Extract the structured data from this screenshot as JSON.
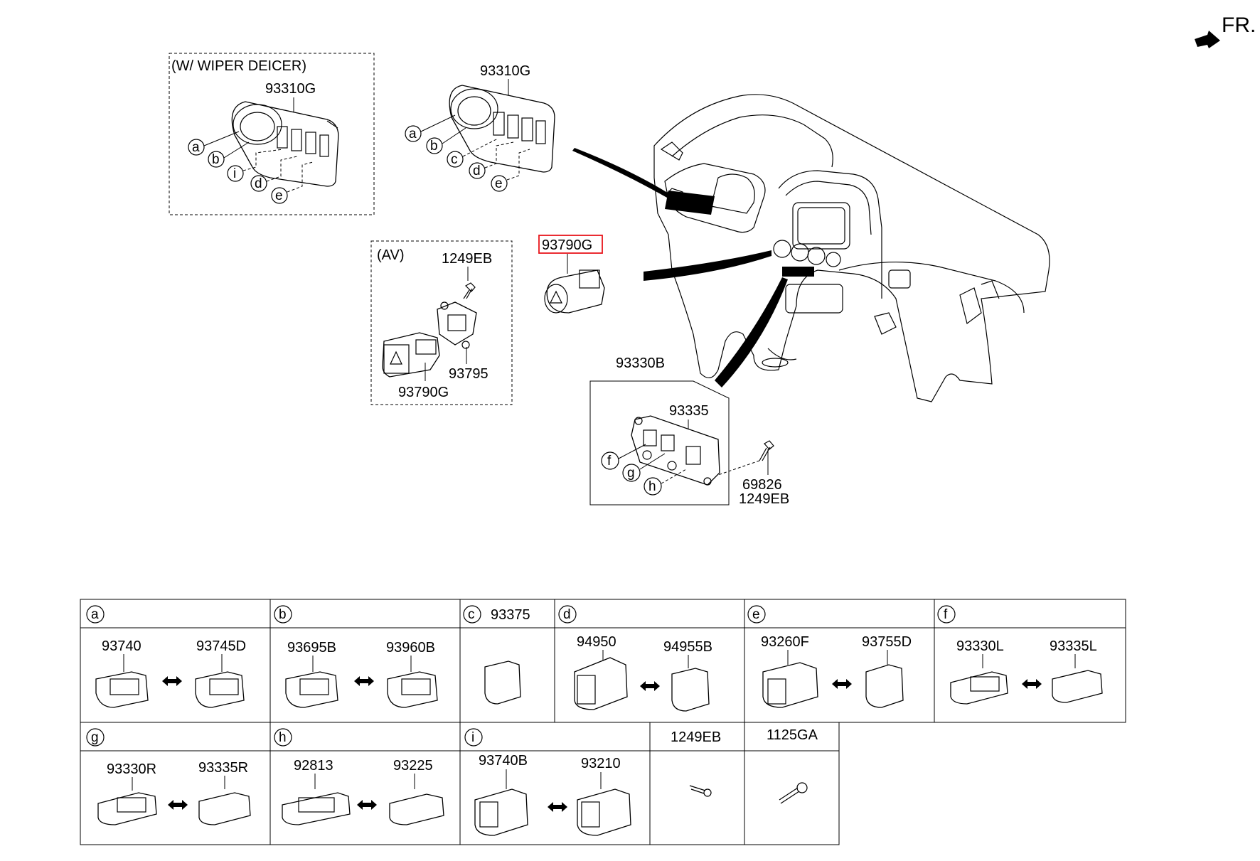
{
  "header": {
    "direction_label": "FR."
  },
  "groups": {
    "wiper_deicer_label": "(W/ WIPER DEICER)",
    "av_label": "(AV)"
  },
  "parts": {
    "p_93310g_deicer": "93310G",
    "p_93310g": "93310G",
    "p_93790g_highlight": "93790G",
    "p_1249eb_av": "1249EB",
    "p_93795": "93795",
    "p_93790g_av": "93790G",
    "p_93330b": "93330B",
    "p_93335": "93335",
    "p_69826": "69826",
    "p_1249eb": "1249EB"
  },
  "callouts": {
    "a": "a",
    "b": "b",
    "c": "c",
    "d": "d",
    "e": "e",
    "f": "f",
    "g": "g",
    "h": "h",
    "i": "i"
  },
  "legend": {
    "row1": [
      {
        "key": "a",
        "left": "93740",
        "right": "93745D"
      },
      {
        "key": "b",
        "left": "93695B",
        "right": "93960B"
      },
      {
        "key": "c",
        "header_part": "93375"
      },
      {
        "key": "d",
        "left": "94950",
        "right": "94955B"
      },
      {
        "key": "e",
        "left": "93260F",
        "right": "93755D"
      },
      {
        "key": "f",
        "left": "93330L",
        "right": "93335L"
      }
    ],
    "row2": [
      {
        "key": "g",
        "left": "93330R",
        "right": "93335R"
      },
      {
        "key": "h",
        "left": "92813",
        "right": "93225"
      },
      {
        "key": "i",
        "left": "93740B",
        "right": "93210"
      },
      {
        "header_part": "1249EB"
      },
      {
        "header_part": "1125GA"
      }
    ]
  },
  "colors": {
    "highlight": "#e8151b",
    "line": "#000000"
  }
}
